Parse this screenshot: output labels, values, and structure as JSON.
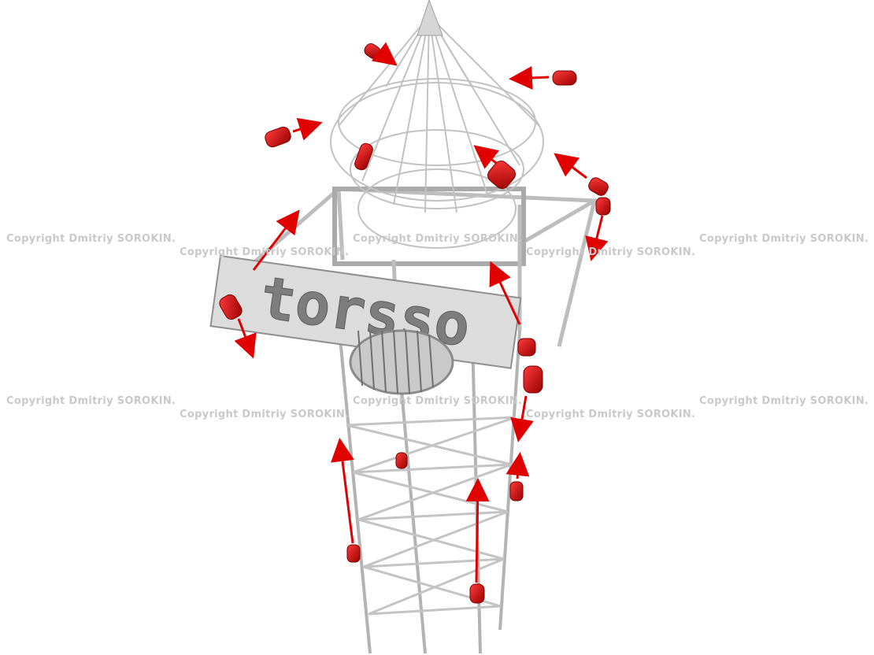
{
  "watermark": {
    "text": "Copyright Dmitriy SOROKIN."
  },
  "sign": {
    "text": "torsso"
  },
  "colors": {
    "truss": "#b9b9b9",
    "truss_dark": "#8c8c8c",
    "light_fixture": "#d40000",
    "arrow": "#e00000",
    "watermark": "#c9c9c9",
    "background": "#ffffff"
  },
  "icons": {
    "light_fixture": "red-cylinder-light",
    "direction_arrow": "red-arrow"
  }
}
